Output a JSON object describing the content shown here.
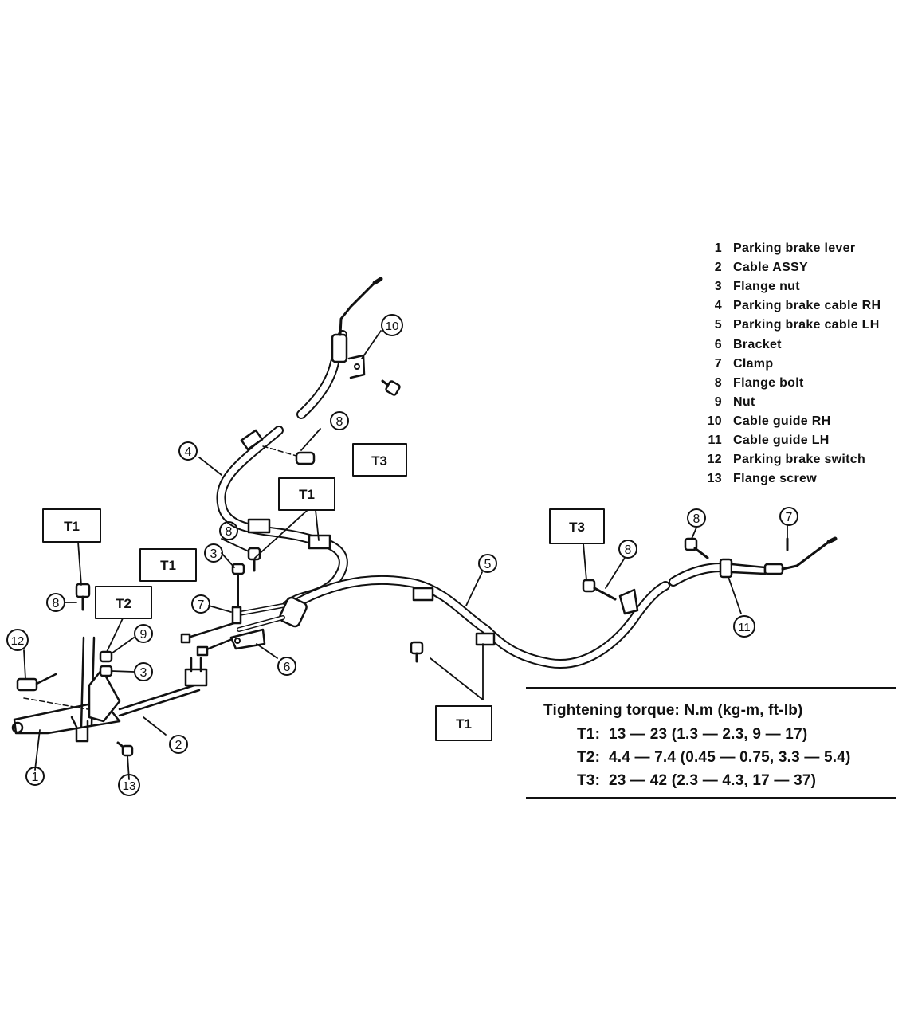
{
  "legend": {
    "items": [
      {
        "num": "1",
        "label": "Parking brake lever"
      },
      {
        "num": "2",
        "label": "Cable ASSY"
      },
      {
        "num": "3",
        "label": "Flange nut"
      },
      {
        "num": "4",
        "label": "Parking brake cable RH"
      },
      {
        "num": "5",
        "label": "Parking brake cable LH"
      },
      {
        "num": "6",
        "label": "Bracket"
      },
      {
        "num": "7",
        "label": "Clamp"
      },
      {
        "num": "8",
        "label": "Flange bolt"
      },
      {
        "num": "9",
        "label": "Nut"
      },
      {
        "num": "10",
        "label": "Cable guide RH"
      },
      {
        "num": "11",
        "label": "Cable guide LH"
      },
      {
        "num": "12",
        "label": "Parking brake switch"
      },
      {
        "num": "13",
        "label": "Flange screw"
      }
    ]
  },
  "torque": {
    "title": "Tightening torque:  N.m (kg-m, ft-lb)",
    "rows": [
      {
        "label": "T1:",
        "value": "13 — 23 (1.3 — 2.3, 9 — 17)"
      },
      {
        "label": "T2:",
        "value": "4.4 — 7.4 (0.45 — 0.75, 3.3 — 5.4)"
      },
      {
        "label": "T3:",
        "value": "23 — 42 (2.3 — 4.3, 17 — 37)"
      }
    ]
  },
  "callouts": {
    "c1": "1",
    "c2": "2",
    "c3a": "3",
    "c3b": "3",
    "c4": "4",
    "c5": "5",
    "c6": "6",
    "c7a": "7",
    "c7b": "7",
    "c8a": "8",
    "c8b": "8",
    "c8c": "8",
    "c8d": "8",
    "c8e": "8",
    "c9": "9",
    "c10": "10",
    "c11": "11",
    "c12": "12",
    "c13": "13"
  },
  "torque_boxes": {
    "t1_lever": "T1",
    "t1_center": "T1",
    "t1_left": "T1",
    "t1_lh": "T1",
    "t2": "T2",
    "t3_rh": "T3",
    "t3_lh": "T3"
  }
}
